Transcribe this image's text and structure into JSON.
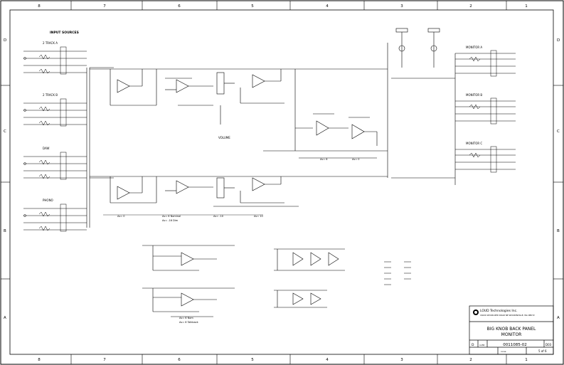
{
  "border": {
    "columns": [
      "8",
      "7",
      "6",
      "5",
      "4",
      "3",
      "2",
      "1"
    ],
    "rows": [
      "D",
      "C",
      "B",
      "A"
    ]
  },
  "input_sources": {
    "title": "INPUT SOURCES",
    "channels": [
      "2 TRACK A",
      "2 TRACK B",
      "DAW",
      "PHONO"
    ]
  },
  "volume_label": "VOLUME",
  "monitors": [
    "MONITOR A",
    "MONITOR B",
    "MONITOR C"
  ],
  "stage_notes": {
    "top": [
      "Av= 6",
      "Av= 0"
    ],
    "bottom": [
      "Av= 0",
      "Av= 6 Nominal",
      "Av= -16 Dim",
      "Av= -10",
      "Av= 10"
    ],
    "aux": [
      "Av= 6 Nom",
      "Av= 6 Talkback"
    ]
  },
  "title_block": {
    "company": "LOUD Technologies Inc.",
    "address": "16220 WOOD-RED ROAD NE WOODINVILLE, WA 98072",
    "title_line1": "BIG KNOB BACK PANEL",
    "title_line2": "MONITOR",
    "size": "D",
    "fscm": "nofill",
    "doc_number": "0011085-02",
    "rev": "D03",
    "scale": "none",
    "sheet": "5 of 6"
  }
}
